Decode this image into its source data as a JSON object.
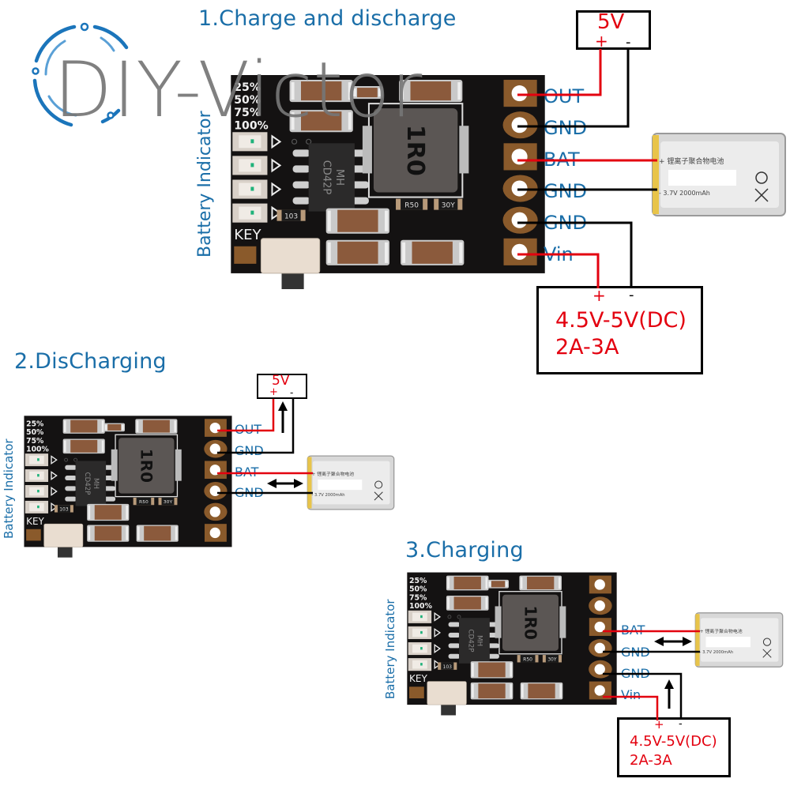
{
  "watermark": {
    "text": "DIY-Victor",
    "logo_icon": "circuit-ring-logo-icon"
  },
  "colors": {
    "title_blue": "#1a6ea8",
    "wire_red": "#e3000f",
    "wire_black": "#000000",
    "pcb": "#141212",
    "pad_copper": "#8a5a2b",
    "capacitor": "#8b5a3c"
  },
  "board": {
    "indicator_label": "Battery Indicator",
    "levels": [
      "25%",
      "50%",
      "75%",
      "100%"
    ],
    "key_label": "KEY",
    "chip_marking": [
      "MH",
      "CD42P"
    ],
    "inductor_marking": "1R0",
    "resistor_markings": [
      "103",
      "R50",
      "30Y"
    ]
  },
  "battery": {
    "text_line1": "+ 锂离子聚合物电池",
    "text_line2": "- 3.7V  2000mAh"
  },
  "sections": [
    {
      "title": "1.Charge and discharge",
      "pins": [
        "OUT",
        "GND",
        "BAT",
        "GND",
        "GND",
        "Vin"
      ],
      "output_box": {
        "label": "5V",
        "plus": "+",
        "minus": "-"
      },
      "input_box": {
        "plus": "+",
        "minus": "-",
        "line1": "4.5V-5V(DC)",
        "line2": "2A-3A"
      }
    },
    {
      "title": "2.DisCharging",
      "pins": [
        "OUT",
        "GND",
        "BAT",
        "GND"
      ],
      "output_box": {
        "label": "5V",
        "plus": "+",
        "minus": "-"
      },
      "arrows": [
        "up-arrow-output",
        "double-arrow-battery"
      ]
    },
    {
      "title": "3.Charging",
      "pins": [
        "BAT",
        "GND",
        "GND",
        "Vin"
      ],
      "input_box": {
        "plus": "+",
        "minus": "-",
        "line1": "4.5V-5V(DC)",
        "line2": "2A-3A"
      },
      "arrows": [
        "double-arrow-battery",
        "up-arrow-input"
      ]
    }
  ]
}
